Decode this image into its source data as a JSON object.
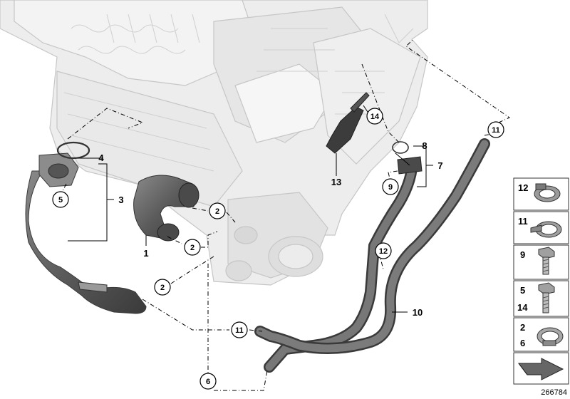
{
  "callouts": {
    "c1": "1",
    "c2a": "2",
    "c2b": "2",
    "c2c": "2",
    "c3": "3",
    "c4": "4",
    "c5": "5",
    "c6": "6",
    "c7": "7",
    "c8": "8",
    "c9": "9",
    "c10": "10",
    "c11a": "11",
    "c11b": "11",
    "c12": "12",
    "c13": "13",
    "c14": "14"
  },
  "legend": [
    {
      "label": "12",
      "icon": "hose-clamp-icon"
    },
    {
      "label": "11",
      "icon": "spring-clamp-icon"
    },
    {
      "label": "9",
      "icon": "hex-bolt-icon"
    },
    {
      "label": "5",
      "label2": "14",
      "icon": "hex-bolt-long-icon"
    },
    {
      "label": "2",
      "label2": "6",
      "icon": "band-clamp-icon"
    },
    {
      "label": "",
      "icon": "arrow-icon"
    }
  ],
  "reference_id": "266784",
  "colors": {
    "engine_fill": "#ededed",
    "engine_stroke": "#c4c4c4",
    "hose_fill": "#707070",
    "hose_dark": "#3e3e3e"
  }
}
